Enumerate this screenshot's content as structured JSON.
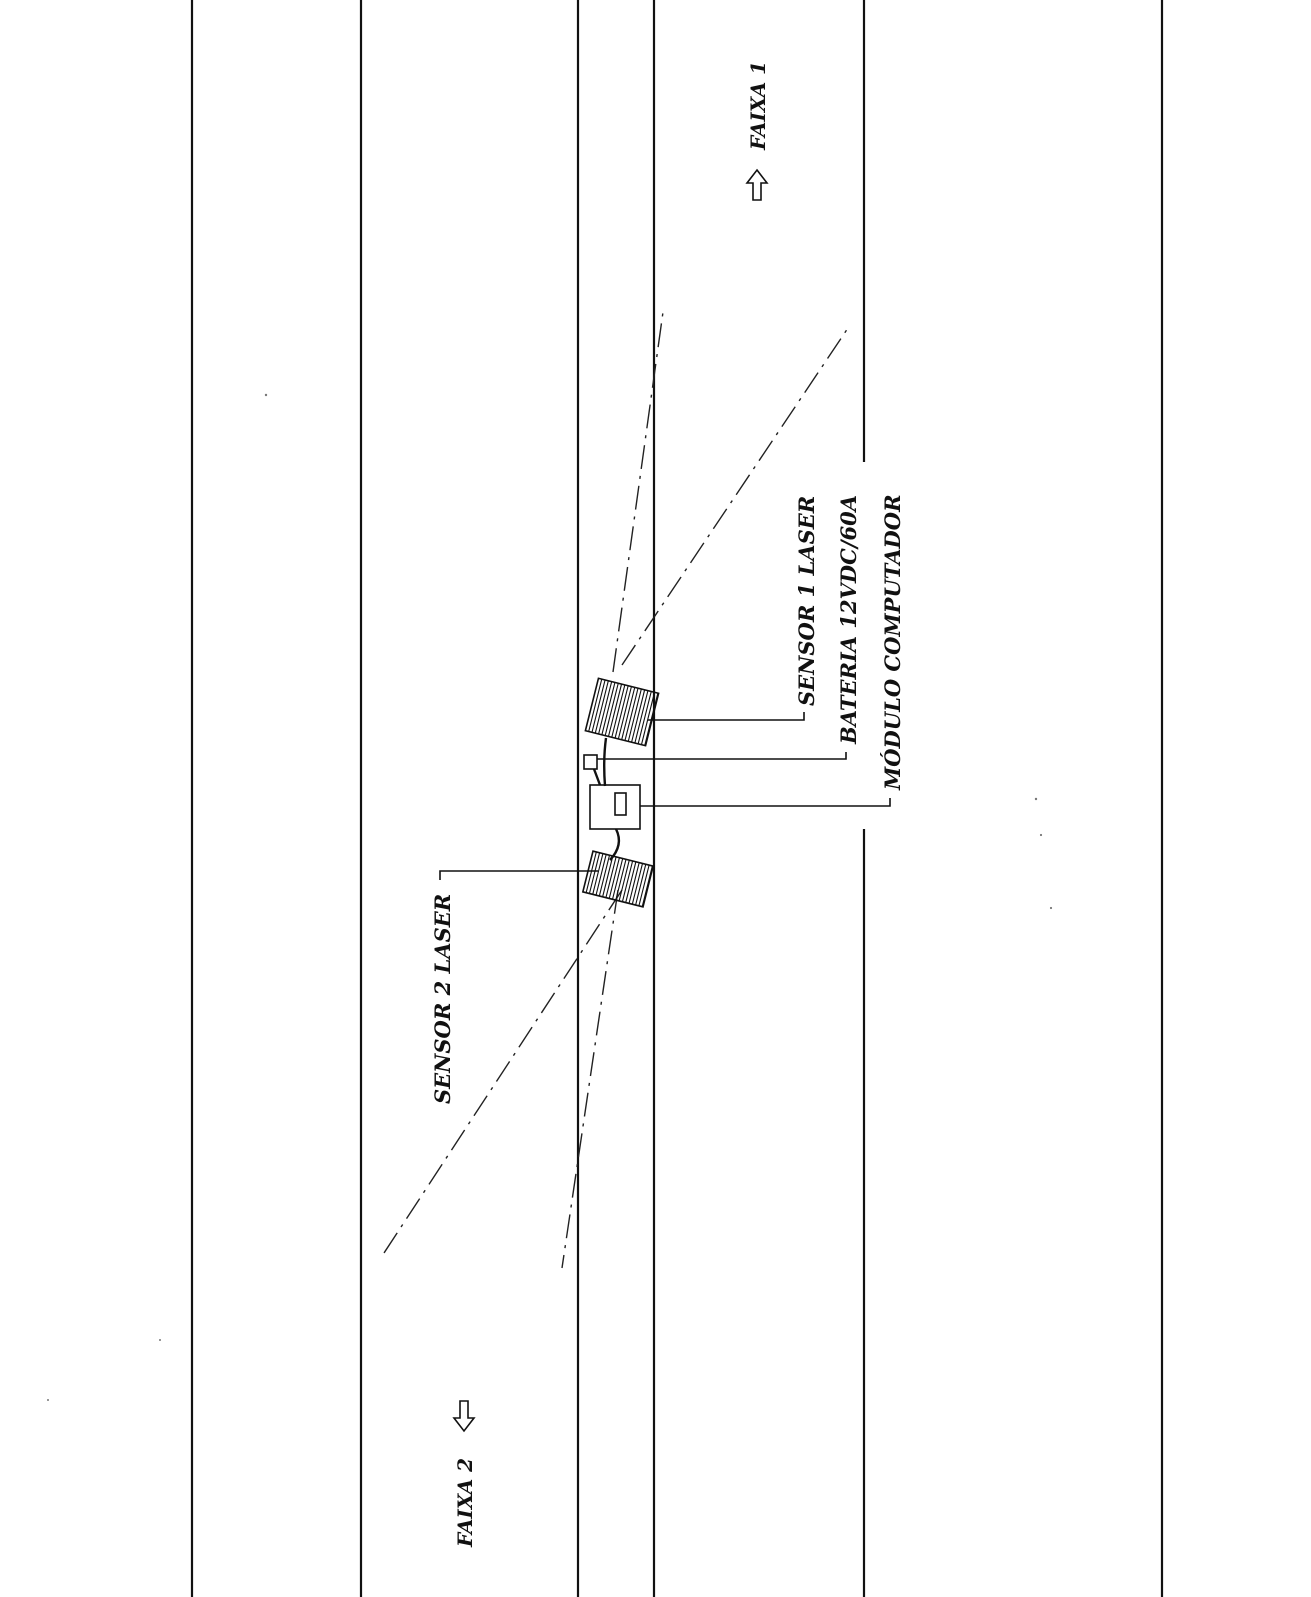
{
  "labels": {
    "faixa1": "FAIXA 1",
    "faixa2": "FAIXA 2",
    "sensor1": "SENSOR 1 LASER",
    "bateria": "BATERIA 12VDC/60A",
    "modulo": "MÓDULO COMPUTADOR",
    "sensor2": "SENSOR 2 LASER"
  },
  "arrows": {
    "faixa1": "up-arrow-icon",
    "faixa2": "down-arrow-icon"
  },
  "colors": {
    "ink": "#111111",
    "paper": "#ffffff"
  }
}
